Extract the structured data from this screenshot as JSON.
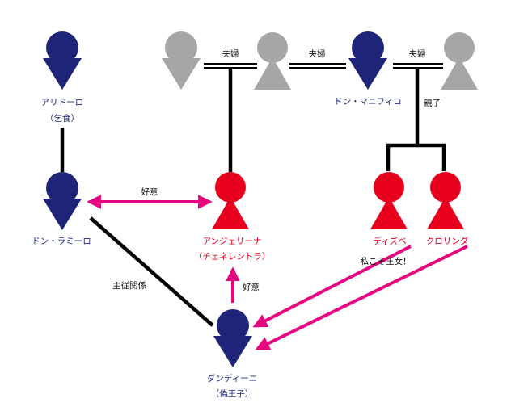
{
  "colors": {
    "male": "#1e2478",
    "female": "#e6001d",
    "other": "#a6a6a6",
    "line_black": "#000000",
    "arrow_pink": "#e5077f"
  },
  "people": {
    "aridoro": {
      "name": "アリドーロ",
      "sub": "（乞食）"
    },
    "ramiro": {
      "name": "ドン・ラミーロ"
    },
    "angelina": {
      "name": "アンジェリーナ",
      "sub": "（チェネレントラ）"
    },
    "magnifico": {
      "name": "ドン・マニフィコ"
    },
    "tisbe": {
      "name": "ティズベ"
    },
    "clorinda": {
      "name": "クロリンダ"
    },
    "dandini": {
      "name": "ダンディーニ",
      "sub": "（偽王子）"
    }
  },
  "relations": {
    "couple1": "夫婦",
    "couple2": "夫婦",
    "couple3": "夫婦",
    "parent_child": "親子",
    "affection1": "好意",
    "affection2": "好意",
    "master_servant": "主従関係",
    "princess_claim": "私こそ王女！"
  },
  "icons": {
    "male_figure": "male-figure-icon",
    "female_figure": "female-figure-icon"
  }
}
